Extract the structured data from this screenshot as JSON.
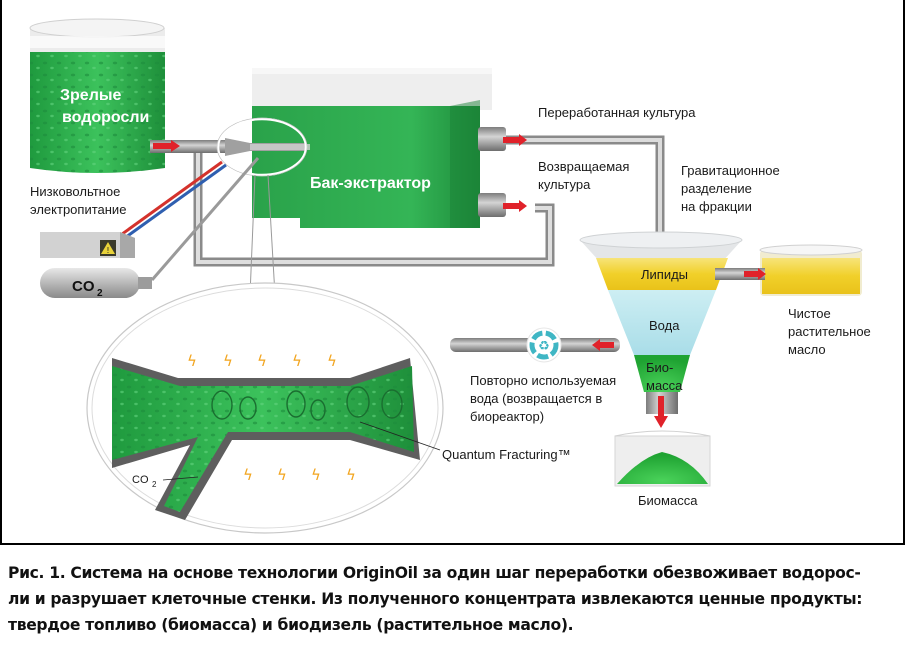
{
  "diagram": {
    "tank_mature": {
      "label_line1": "Зрелые",
      "label_line2": "водоросли"
    },
    "power_supply": {
      "label_line1": "Низковольтное",
      "label_line2": "электропитание"
    },
    "co2_cylinder": {
      "label": "CO",
      "subscript": "2"
    },
    "extractor_tank": {
      "label": "Бак-экстрактор"
    },
    "processed_culture": {
      "label": "Переработанная культура"
    },
    "returned_culture": {
      "label_line1": "Возвращаемая",
      "label_line2": "культура"
    },
    "gravity_separation": {
      "label_line1": "Гравитационное",
      "label_line2": "разделение",
      "label_line3": "на фракции"
    },
    "separator_layers": {
      "lipids": "Липиды",
      "water": "Вода",
      "biomass_line1": "Био-",
      "biomass_line2": "масса"
    },
    "pure_oil": {
      "label_line1": "Чистое",
      "label_line2": "растительное",
      "label_line3": "масло"
    },
    "recycled_water": {
      "label_line1": "Повторно используемая",
      "label_line2": "вода (возвращается в",
      "label_line3": "биореактор)"
    },
    "quantum_fracturing": {
      "label": "Quantum Fracturing™"
    },
    "detail_co2": {
      "label": "CO",
      "subscript": "2"
    },
    "biomass_output": {
      "label": "Биомасса"
    },
    "colors": {
      "algae_green": "#2bb24c",
      "lipid_yellow": "#f2d335",
      "water_blue": "#bfe6ee",
      "arrow_red": "#e0222a",
      "pipe_gray": "#9a9a9a"
    }
  },
  "caption": {
    "line1": "Рис. 1. Система на основе технологии OriginOil за один шаг переработки обезвоживает водорос-",
    "line2": "ли и разрушает клеточные стенки. Из полученного концентрата извлекаются ценные продукты:",
    "line3": "твердое топливо (биомасса) и биодизель (растительное масло)."
  }
}
